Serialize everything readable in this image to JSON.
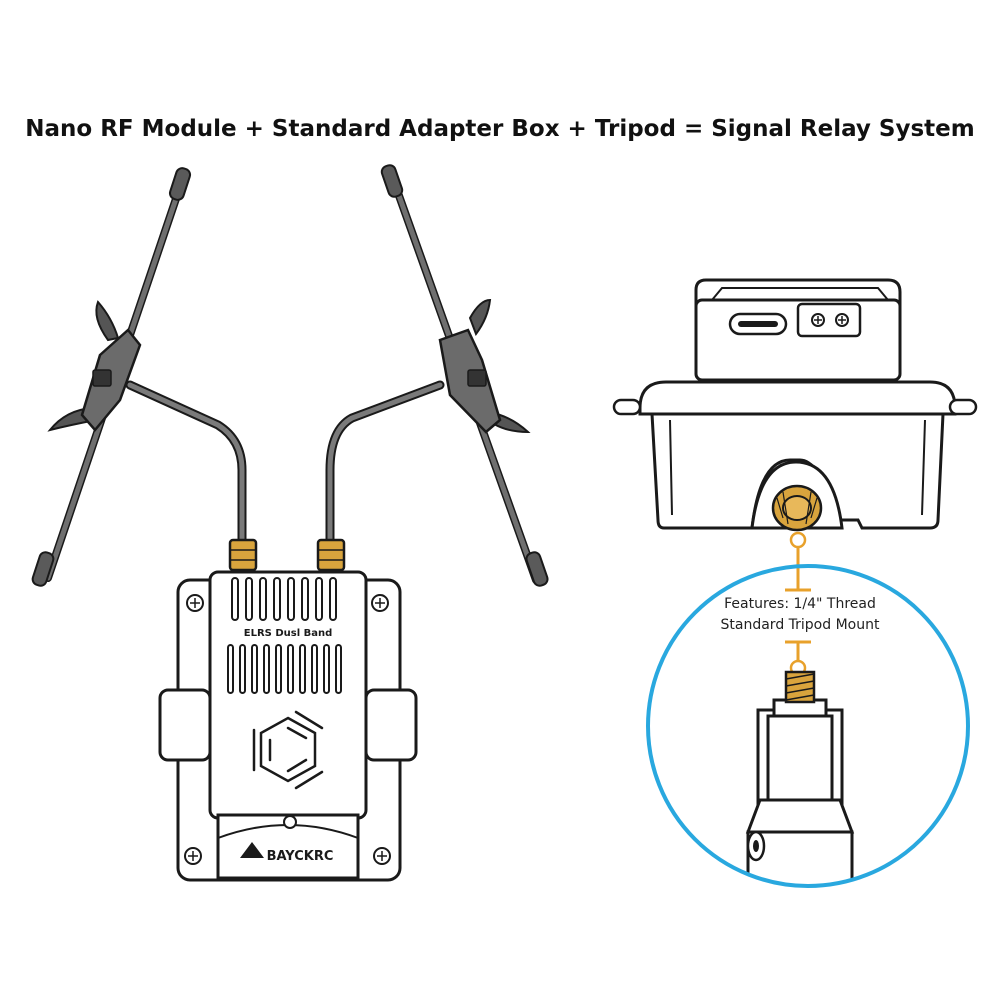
{
  "title": "Nano RF Module + Standard Adapter Box + Tripod = Signal Relay System",
  "callout": {
    "line1": "Features: 1/4\" Thread",
    "line2": "Standard Tripod Mount"
  },
  "module": {
    "label": "ELRS Dusl Band",
    "brand": "BAYCKRC"
  },
  "colors": {
    "accent_orange": "#e8a12b",
    "circle_blue": "#29a8df",
    "line_dark": "#1a1a1a",
    "antenna_gray": "#6f6f6f",
    "brass": "#d9a43d"
  }
}
